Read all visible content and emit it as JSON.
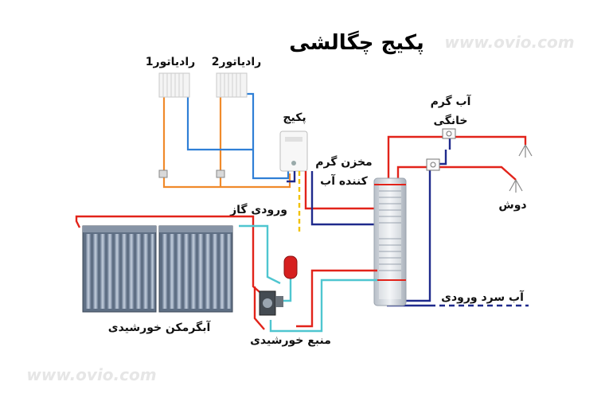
{
  "title": "پکیج چگالشی",
  "watermark_top": "www.ovio.com",
  "watermark_bottom": "www.ovio.com",
  "labels": {
    "radiator1": "رادیاتور1",
    "radiator2": "رادیاتور2",
    "package": "پکیج",
    "hot_water_home_line1": "آب گرم",
    "hot_water_home_line2": "خانگی",
    "tank_line1": "مخزن گرم",
    "tank_line2": "کننده آب",
    "shower": "دوش",
    "gas_inlet": "ورودی گاز",
    "cold_water_inlet": "آب سرد ورودی",
    "solar_collector": "آبگرمکن خورشیدی",
    "solar_source": "منبع خورشیدی"
  },
  "colors": {
    "hot": "#e2231a",
    "cold": "#1f2a8c",
    "radiator_supply": "#2f7fd6",
    "radiator_return": "#f08a2b",
    "solar": "#4fc6d0",
    "gas": "#f2c200",
    "tank": "#c9cfd6",
    "collector": "#8a99ad"
  }
}
